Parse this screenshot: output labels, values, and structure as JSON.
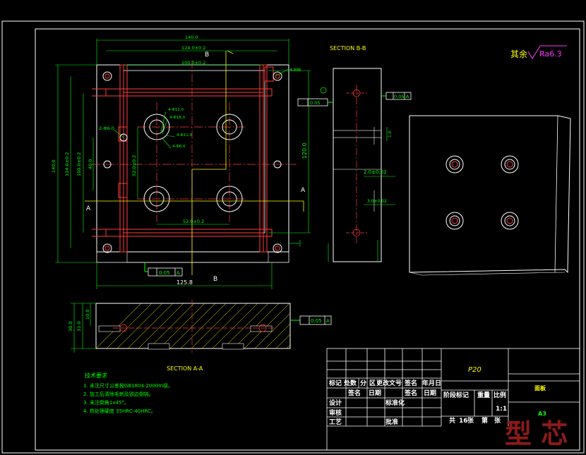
{
  "drawing": {
    "section_bb_label": "SECTION B-B",
    "section_aa_label": "SECTION A-A",
    "roughness_prefix": "其余",
    "roughness_value": "Ra6.3",
    "cut_letters": {
      "b_top": "B",
      "b_bottom": "B",
      "a_left": "A",
      "a_right": "A"
    }
  },
  "dimensions": {
    "width_140": "140.0",
    "width_124": "124.0±0.2",
    "width_100": "100.0±0.2",
    "width_52": "52.0±0.2",
    "width_125": "125.8",
    "height_140": "140.0",
    "height_124": "124.0±0.2",
    "height_100": "100.0±0.2",
    "height_40": "40.0",
    "height_52": "52.0±0.2",
    "height_120": "120.0",
    "thread_m6": "4-M6",
    "hole_2": "2-Φ6.0",
    "hole_11": "4-Φ11.0",
    "hole_18": "4-Φ18.0",
    "hole_11b": "4-Φ11.0",
    "hole_6": "4-Φ6.0",
    "sec_aa_h1": "30.0",
    "sec_aa_h2": "31.0",
    "sec_aa_h3": "10.0",
    "sec_bb_20": "2.0±0.02",
    "sec_bb_30": "3.0±0.02",
    "sec_bb_side": "1.0"
  },
  "tolerances": {
    "flatness_top": "0.05",
    "flatness_bottom": "0.05",
    "flatness_aa": "0.05",
    "parallel_bb": "0.05",
    "datum_a": "A"
  },
  "technical_requirements": {
    "title": "技术要求",
    "items": [
      "1. 未注尺寸公差按GB1804-2000m级。",
      "2. 加工后清除毛刺及锐边倒钝。",
      "3. 未注倒角1x45°。",
      "4. 热处理硬度 35HRC-40HRC。"
    ]
  },
  "title_block": {
    "material": "P20",
    "part_name": "面板",
    "scale": "1:1",
    "sheet_size": "A3",
    "headers": [
      "标记",
      "处数",
      "分",
      "区",
      "更改文号",
      "签名",
      "年月日"
    ],
    "row2": [
      "签名",
      "日期",
      "签名",
      "日期"
    ],
    "labels": {
      "design": "设计",
      "standard": "标准化",
      "review": "审核",
      "process": "工艺",
      "approve": "批准",
      "stage": "阶段标记",
      "weight": "重量",
      "ratio": "比例",
      "total": "共",
      "sheets_count": "16",
      "sheets_unit": "张",
      "page": "第",
      "page_unit": "张"
    }
  },
  "watermark": "型 芯",
  "colors": {
    "background": "#000000",
    "outline": "#ffffff",
    "dimension": "#00ff00",
    "centerline": "#ff3b3b",
    "section_line": "#ffff00",
    "roughness": "#ff33ff",
    "watermark": "#8b1a1a"
  }
}
